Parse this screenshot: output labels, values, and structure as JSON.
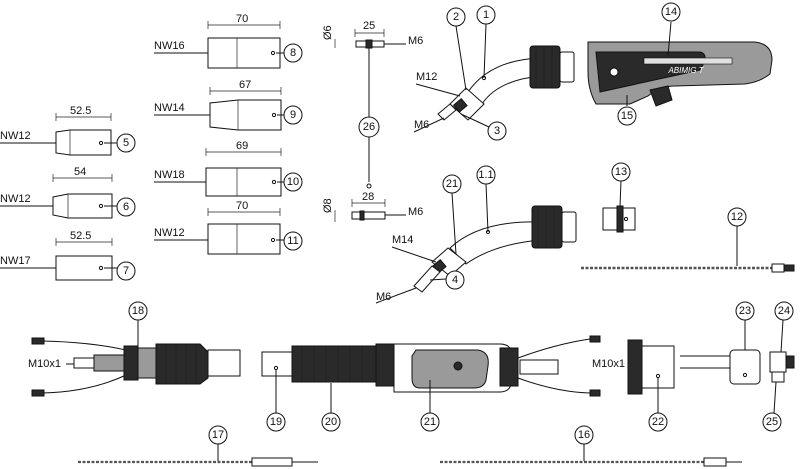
{
  "dimensions": {
    "nozzle_8": "70",
    "nozzle_9": "67",
    "nozzle_10": "69",
    "nozzle_11": "70",
    "nozzle_5": "52.5",
    "nozzle_6": "54",
    "nozzle_7": "52.5",
    "tip_top_len": "25",
    "tip_top_dia": "Ø6",
    "tip_bottom_len": "28",
    "tip_bottom_dia": "Ø8"
  },
  "labels": {
    "nw16": "NW16",
    "nw14": "NW14",
    "nw18": "NW18",
    "nw12_a": "NW12",
    "nw12_b": "NW12",
    "nw12_c": "NW12",
    "nw17": "NW17",
    "m6_tip_top": "M6",
    "m6_tip_bottom": "M6",
    "m12": "M12",
    "m6_neck_top": "M6",
    "m14": "M14",
    "m6_neck_bottom": "M6",
    "m10x1_left": "M10x1",
    "m10x1_right": "M10x1",
    "handle_brand": "ABIMIG T"
  },
  "callouts": {
    "c1": "1",
    "c2": "2",
    "c3": "3",
    "c4": "4",
    "c5": "5",
    "c6": "6",
    "c7": "7",
    "c8": "8",
    "c9": "9",
    "c10": "10",
    "c11": "11",
    "c12": "12",
    "c13": "13",
    "c14": "14",
    "c15": "15",
    "c16": "16",
    "c17": "17",
    "c18": "18",
    "c19": "19",
    "c20": "20",
    "c21a": "21",
    "c21b": "21",
    "c22": "22",
    "c23": "23",
    "c24": "24",
    "c25": "25",
    "c26": "26",
    "c11b": "1.1"
  }
}
